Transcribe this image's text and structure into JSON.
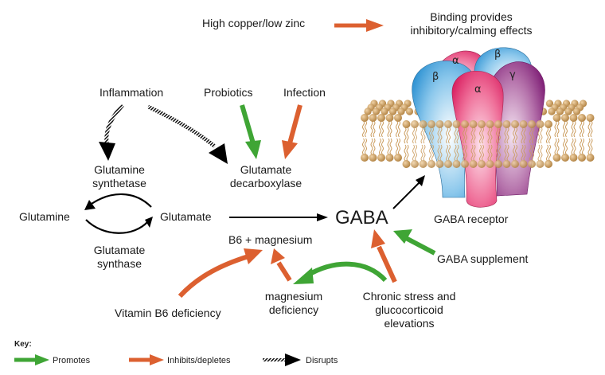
{
  "colors": {
    "promotes": "#3fa535",
    "inhibits": "#dc6030",
    "disrupts": "#000000",
    "alpha": "#e8356f",
    "beta": "#4aa6dd",
    "gamma": "#9a3c8f",
    "lipid": "#c99a5a"
  },
  "nodes": {
    "high_copper": "High copper/low zinc",
    "binding_line1": "Binding provides",
    "binding_line2": "inhibitory/calming effects",
    "inflammation": "Inflammation",
    "probiotics": "Probiotics",
    "infection": "Infection",
    "glutamine_synthetase_line1": "Glutamine",
    "glutamine_synthetase_line2": "synthetase",
    "glutamate_decarboxylase_line1": "Glutamate",
    "glutamate_decarboxylase_line2": "decarboxylase",
    "glutamine": "Glutamine",
    "glutamate": "Glutamate",
    "glutamate_synthase_line1": "Glutamate",
    "glutamate_synthase_line2": "synthase",
    "gaba": "GABA",
    "gaba_receptor": "GABA receptor",
    "b6_magnesium": "B6 + magnesium",
    "gaba_supplement": "GABA supplement",
    "vitamin_b6_deficiency": "Vitamin B6 deficiency",
    "magnesium_deficiency_line1": "magnesium",
    "magnesium_deficiency_line2": "deficiency",
    "chronic_stress_line1": "Chronic stress and",
    "chronic_stress_line2": "glucocorticoid",
    "chronic_stress_line3": "elevations"
  },
  "receptor_subunits": [
    {
      "label": "α",
      "type": "alpha"
    },
    {
      "label": "β",
      "type": "beta"
    },
    {
      "label": "β",
      "type": "beta"
    },
    {
      "label": "α",
      "type": "alpha"
    },
    {
      "label": "γ",
      "type": "gamma"
    }
  ],
  "key": {
    "title": "Key:",
    "items": [
      {
        "label": "Promotes",
        "type": "promotes"
      },
      {
        "label": "Inhibits/depletes",
        "type": "inhibits"
      },
      {
        "label": "Disrupts",
        "type": "disrupts"
      }
    ]
  }
}
